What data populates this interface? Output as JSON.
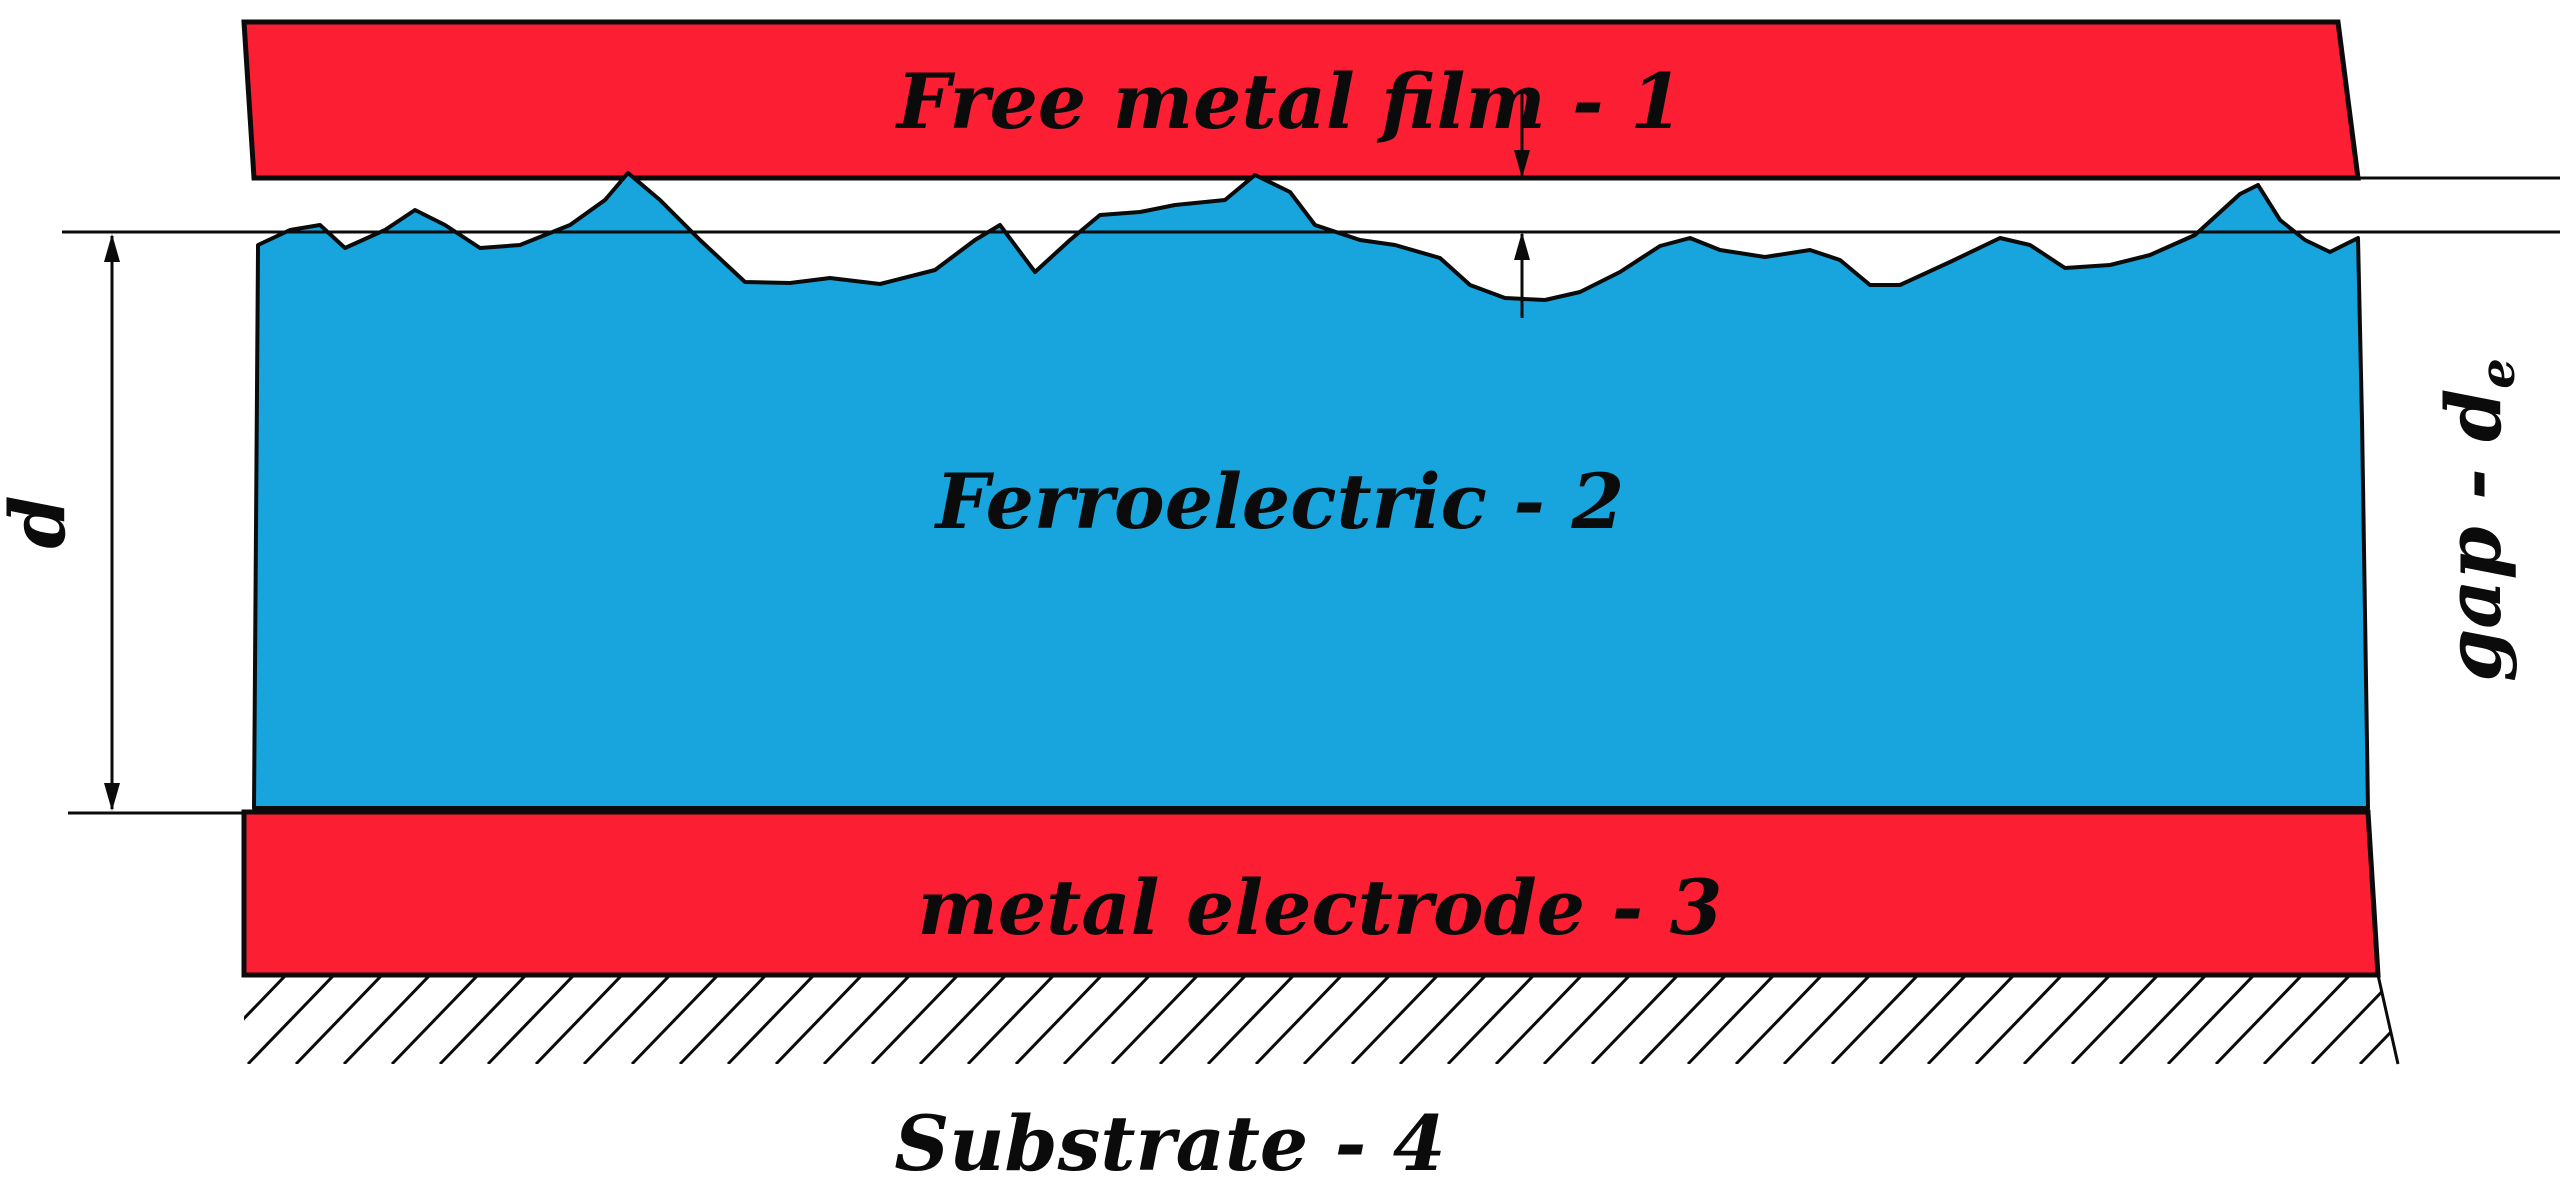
{
  "layers": {
    "free_metal_film": {
      "label": "Free metal film  -  1",
      "color": "#fc1f33"
    },
    "ferroelectric": {
      "label": "Ferroelectric  -  2",
      "color": "#18a4dc"
    },
    "metal_electrode": {
      "label": "metal electrode  -  3",
      "color": "#fc1f33"
    },
    "substrate": {
      "label": "Substrate  -  4"
    }
  },
  "dimensions": {
    "thickness": {
      "label": "d"
    },
    "gap": {
      "label": "gap - d",
      "subscript": "e"
    }
  },
  "colors": {
    "outline": "#0b0b0b",
    "background": "#ffffff"
  }
}
